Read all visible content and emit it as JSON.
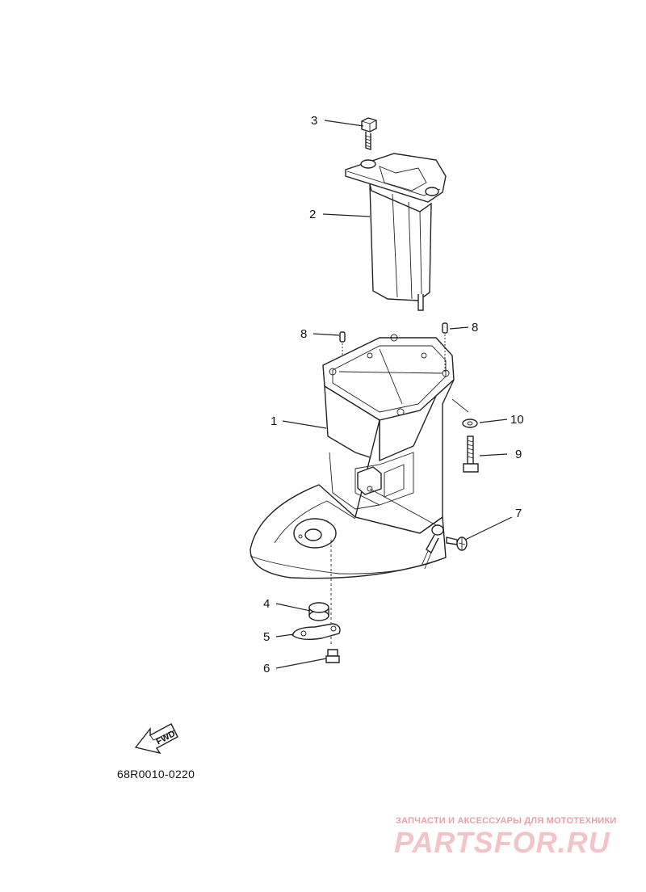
{
  "callouts": [
    {
      "number": "1",
      "part": "drive-shaft-housing"
    },
    {
      "number": "2",
      "part": "upper-casing"
    },
    {
      "number": "3",
      "part": "bolt"
    },
    {
      "number": "4",
      "part": "grommet"
    },
    {
      "number": "5",
      "part": "plate"
    },
    {
      "number": "6",
      "part": "nut"
    },
    {
      "number": "7",
      "part": "screw"
    },
    {
      "number": "8",
      "part": "dowel-pin-left"
    },
    {
      "number": "8",
      "part": "dowel-pin-right"
    },
    {
      "number": "9",
      "part": "bolt-lower"
    },
    {
      "number": "10",
      "part": "washer"
    }
  ],
  "part_code": "68R0010-0220",
  "fwd_label": "FWD",
  "watermark": {
    "tagline": "ЗАПЧАСТИ И АКСЕССУАРЫ ДЛЯ МОТОТЕХНИКИ",
    "logo": "PARTSFOR.RU",
    "color": "#f2c4c8"
  }
}
